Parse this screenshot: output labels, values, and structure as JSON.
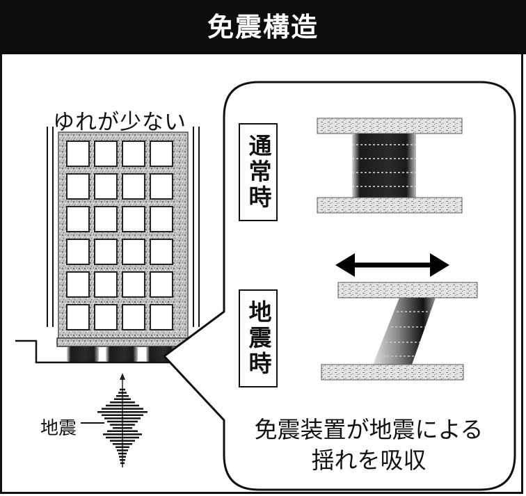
{
  "title": "免震構造",
  "labels": {
    "less_sway": "ゆれが少ない",
    "normal_time": "通常時",
    "earthquake_time": "地震時",
    "earthquake": "地震"
  },
  "callout": {
    "line1": "免震装置が地震による",
    "line2": "揺れを吸収"
  },
  "colors": {
    "title_bar": "#0d0d0d",
    "title_text": "#ffffff",
    "line": "#111111"
  }
}
